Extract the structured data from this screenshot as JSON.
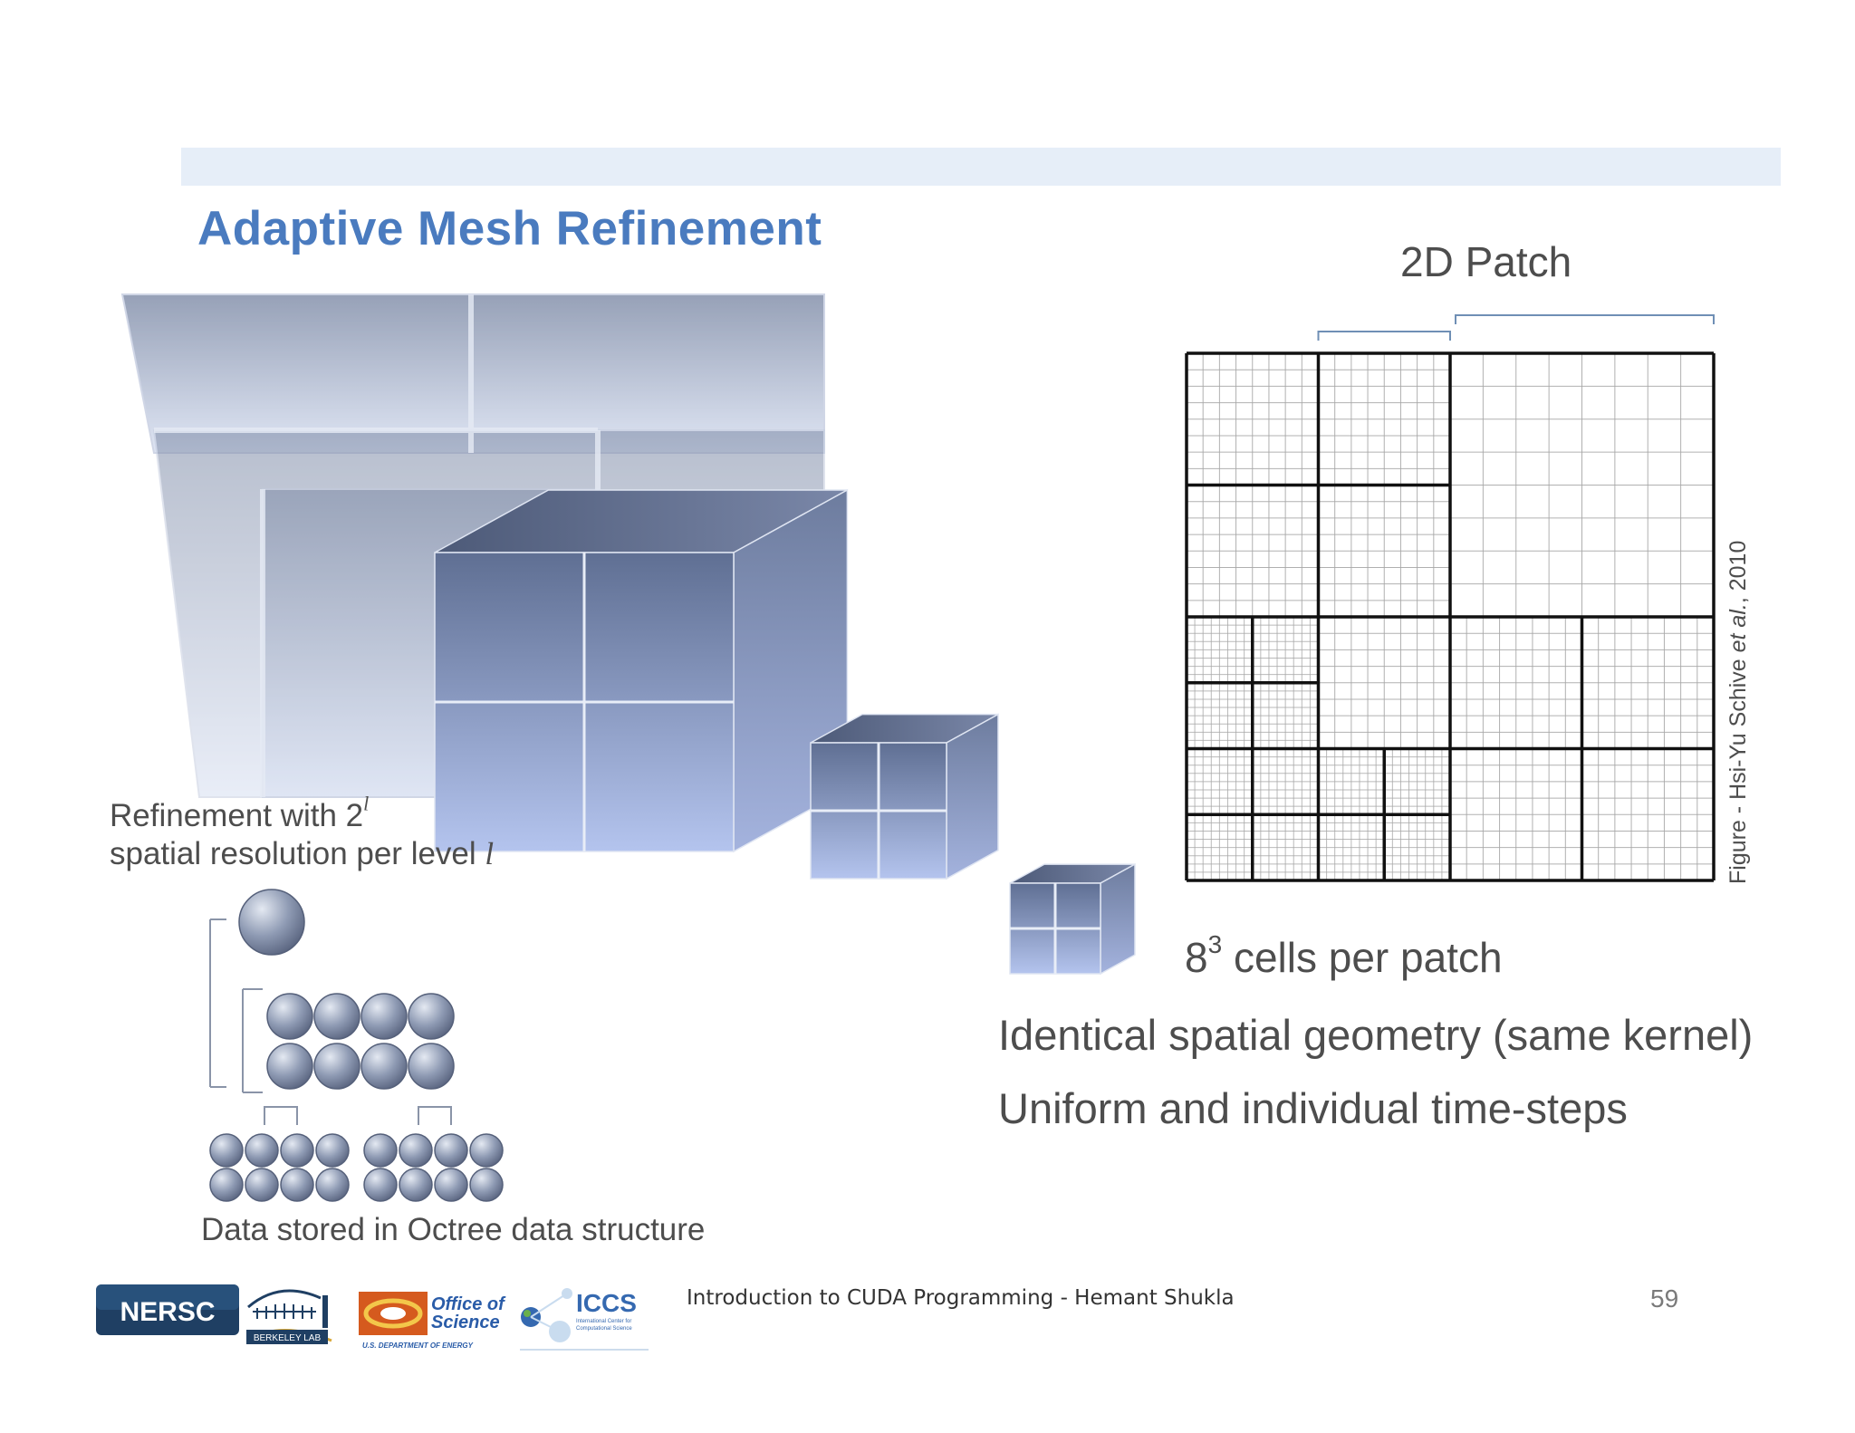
{
  "slide": {
    "title": "Adaptive Mesh Refinement",
    "patch_title": "2D Patch",
    "cells_label_base": "8",
    "cells_label_exp": "3",
    "cells_label_rest": " cells per patch",
    "bullets": [
      "Identical spatial geometry (same kernel)",
      "Uniform and individual time-steps"
    ],
    "refinement_line1": "Refinement with 2",
    "refinement_exp": "l",
    "refinement_line2": "spatial resolution per level ",
    "refinement_level_symbol": "l",
    "octree_caption": "Data stored in Octree data structure",
    "figure_credit_prefix": "Figure - Hsi-Yu Schive ",
    "figure_credit_italic": "et al.",
    "figure_credit_suffix": ", 2010"
  },
  "footer": {
    "text": "Introduction to CUDA Programming - Hemant Shukla",
    "page_number": "59",
    "logos": {
      "nersc": "NERSC",
      "berkeley": "BERKELEY LAB",
      "office_line1": "Office of",
      "office_line2": "Science",
      "office_sub": "U.S. DEPARTMENT OF ENERGY",
      "iccs": "ICCS",
      "iccs_sub1": "International Center for",
      "iccs_sub2": "Computational Science"
    }
  },
  "colors": {
    "title": "#4a7bbf",
    "header_band": "#e6eef8",
    "cube": "#8595b8",
    "text": "#4d4d4d"
  }
}
